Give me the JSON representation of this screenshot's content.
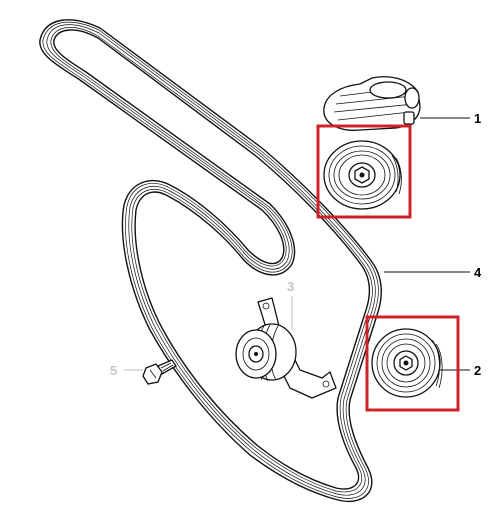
{
  "callouts": [
    {
      "number": "1",
      "faded": false
    },
    {
      "number": "2",
      "faded": false
    },
    {
      "number": "3",
      "faded": true
    },
    {
      "number": "4",
      "faded": false
    },
    {
      "number": "5",
      "faded": true
    }
  ],
  "colors": {
    "highlight_box": "#d0202a",
    "line": "#111111",
    "faded_label": "#c4c4c4"
  },
  "highlighted_callouts": [
    "1",
    "2"
  ]
}
